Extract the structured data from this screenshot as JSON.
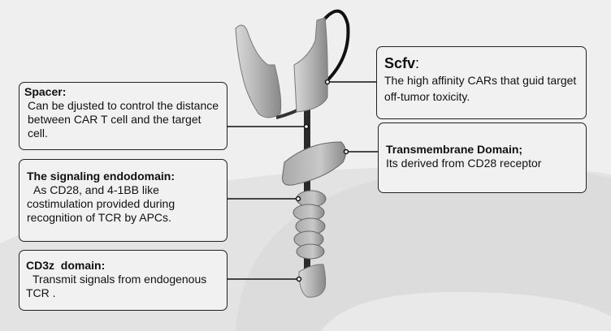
{
  "labels": {
    "spacer": {
      "title": "Spacer:",
      "text": "Can be djusted to control the distance between CAR T cell and the target cell."
    },
    "signaling": {
      "title": "The signaling endodomain:",
      "text": "As CD28, and 4-1BB like costimulation provided during recognition of TCR by APCs."
    },
    "cd3z": {
      "title": "CD3z  domain:",
      "text": "Transmit signals from endogenous TCR ."
    },
    "scfv": {
      "title": "Scfv",
      "title_suffix": ":",
      "text": "The high affinity CARs that guid target off-tumor toxicity."
    },
    "transmembrane": {
      "title": "Transmembrane Domain;",
      "text": "Its derived from CD28 receptor"
    }
  }
}
